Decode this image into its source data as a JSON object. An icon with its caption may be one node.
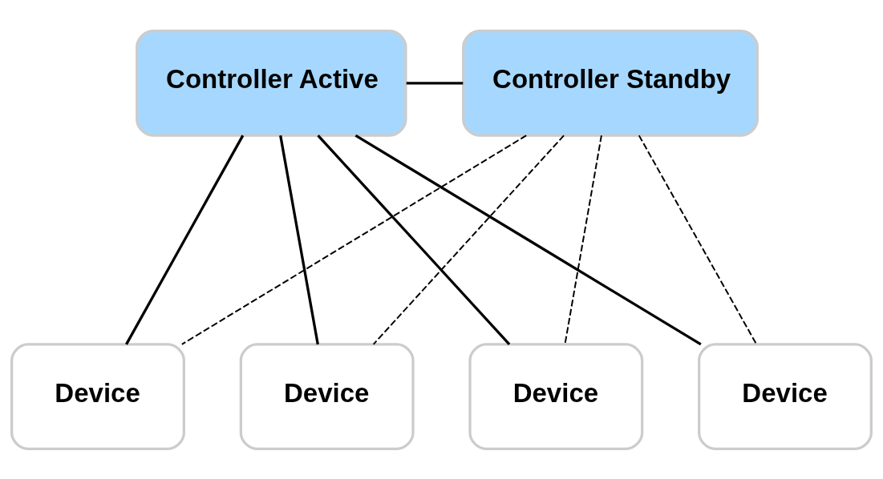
{
  "diagram": {
    "nodes": [
      {
        "text": [
          "Controller Active"
        ]
      },
      {
        "text": [
          "Controller Standby"
        ]
      },
      {
        "text": [
          "Device"
        ]
      },
      {
        "text": [
          "Device"
        ]
      },
      {
        "text": [
          "Device"
        ]
      },
      {
        "text": [
          "Device"
        ]
      }
    ],
    "edges": [
      {
        "from": 0,
        "to": 1,
        "arrow": "none"
      },
      {
        "from": 0,
        "to": 2,
        "arrow": "none"
      },
      {
        "from": 0,
        "to": 3,
        "arrow": "none"
      },
      {
        "from": 0,
        "to": 4,
        "arrow": "none"
      },
      {
        "from": 0,
        "to": 5,
        "arrow": "none"
      },
      {
        "from": 1,
        "to": 2,
        "arrow": "none",
        "style": "dashed"
      },
      {
        "from": 1,
        "to": 3,
        "arrow": "none",
        "style": "dashed"
      },
      {
        "from": 1,
        "to": 4,
        "arrow": "none",
        "style": "dashed"
      },
      {
        "from": 1,
        "to": 5,
        "arrow": "none",
        "style": "dashed"
      }
    ]
  }
}
